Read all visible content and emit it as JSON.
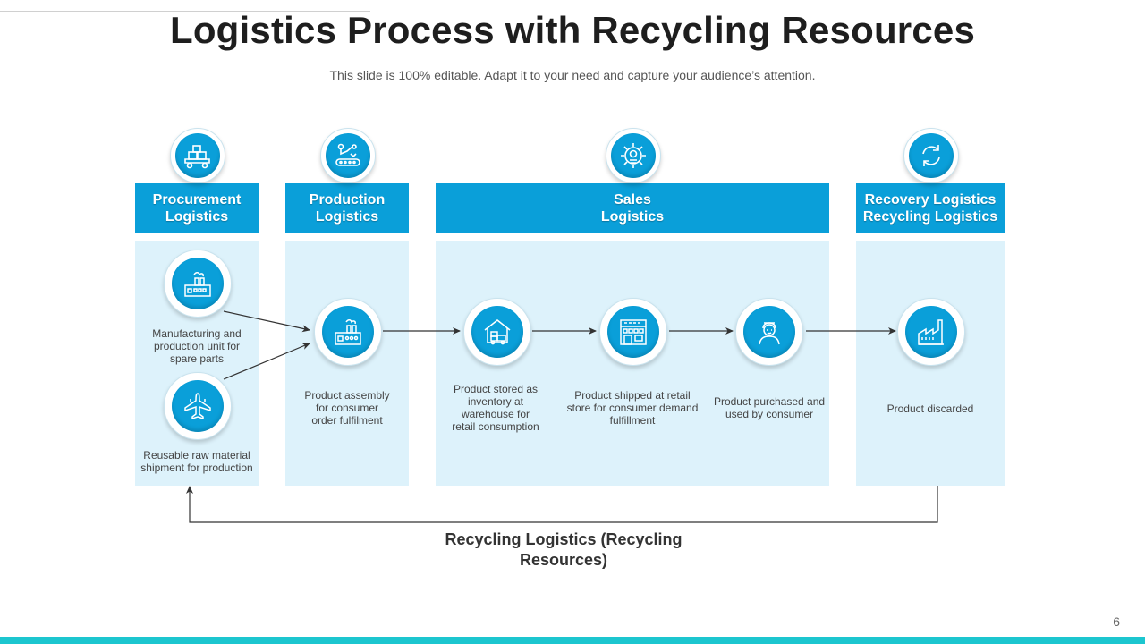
{
  "slide": {
    "title": "Logistics Process with Recycling Resources",
    "subtitle": "This slide is 100% editable. Adapt it to your need and capture your audience’s attention.",
    "page_number": "6"
  },
  "stages": {
    "procurement": {
      "line1": "Procurement",
      "line2": "Logistics",
      "icon": "hand-truck-icon"
    },
    "production": {
      "line1": "Production",
      "line2": "Logistics",
      "icon": "robotic-conveyor-icon"
    },
    "sales": {
      "line1": "Sales",
      "line2": "Logistics",
      "icon": "gear-money-icon"
    },
    "recovery": {
      "line1": "Recovery Logistics",
      "line2": "Recycling Logistics",
      "icon": "recycle-arrows-icon"
    }
  },
  "steps": {
    "manufacturing": {
      "caption": [
        "Manufacturing and",
        "production unit for",
        "spare parts"
      ],
      "icon": "factory-icon"
    },
    "raw_material": {
      "caption": [
        "Reusable raw material",
        "shipment for production"
      ],
      "icon": "airplane-icon"
    },
    "assembly": {
      "caption": [
        "Product assembly",
        "for consumer",
        "order fulfilment"
      ],
      "icon": "assembly-factory-icon"
    },
    "warehouse": {
      "caption": [
        "Product stored as",
        "inventory at",
        "warehouse for",
        "retail consumption"
      ],
      "icon": "warehouse-truck-icon"
    },
    "retail": {
      "caption": [
        "Product shipped at retail",
        "store for consumer demand",
        "fulfillment"
      ],
      "icon": "retail-store-icon"
    },
    "consumer": {
      "caption": [
        "Product purchased and",
        "used by consumer"
      ],
      "icon": "consumer-icon"
    },
    "discarded": {
      "caption": [
        "Product discarded"
      ],
      "icon": "industrial-plant-icon"
    }
  },
  "recycling_loop": {
    "label_line1": "Recycling Logistics (Recycling",
    "label_line2": "Resources)"
  },
  "colors": {
    "primary": "#0a9fd9",
    "panel": "#ddf2fb",
    "accent_bar": "#1cc6cf",
    "title": "#1e1e1e"
  }
}
